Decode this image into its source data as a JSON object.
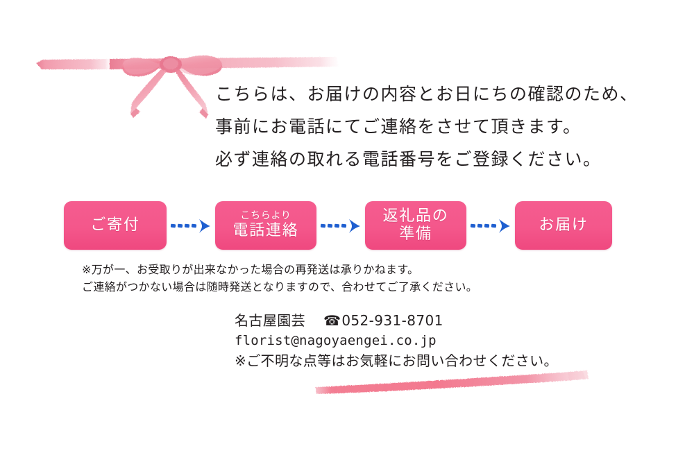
{
  "page": {
    "background_color": "#ffffff",
    "text_color": "#231f20",
    "accent_pink": "#f4578b",
    "ribbon_pink": "#ef8ba0",
    "arrow_blue": "#1f5fd0"
  },
  "decorations": {
    "ribbon": {
      "name": "watercolor-pink-ribbon-bow",
      "color": "#ef8ba0"
    },
    "brush_stroke": {
      "name": "watercolor-pink-brush-stroke",
      "color": "#f3798f"
    }
  },
  "headline": {
    "lines": [
      "こちらは、お届けの内容とお日にちの確認のため、",
      "事前にお電話にてご連絡をさせて頂きます。",
      "必ず連絡の取れる電話番号をご登録ください。"
    ]
  },
  "flow": {
    "steps": [
      {
        "sub_label": "",
        "label": "ご寄付"
      },
      {
        "sub_label": "こちらより",
        "label": "電話連絡"
      },
      {
        "sub_label": "返礼品の",
        "label": "準備"
      },
      {
        "sub_label": "",
        "label": "お届け"
      }
    ],
    "arrow_icon": "dashed-arrow-right-icon",
    "arrow_count": 3
  },
  "notice": {
    "lines": [
      "※万が一、お受取りが出来なかった場合の再発送は承りかねます。",
      "ご連絡がつかない場合は随時発送となりますので、合わせてご了承ください。"
    ]
  },
  "contact": {
    "shop_name": "名古屋園芸",
    "phone_icon": "☎",
    "phone": "052-931-8701",
    "email": "florist@nagoyaengei.co.jp",
    "note": "※ご不明な点等はお気軽にお問い合わせください。"
  }
}
